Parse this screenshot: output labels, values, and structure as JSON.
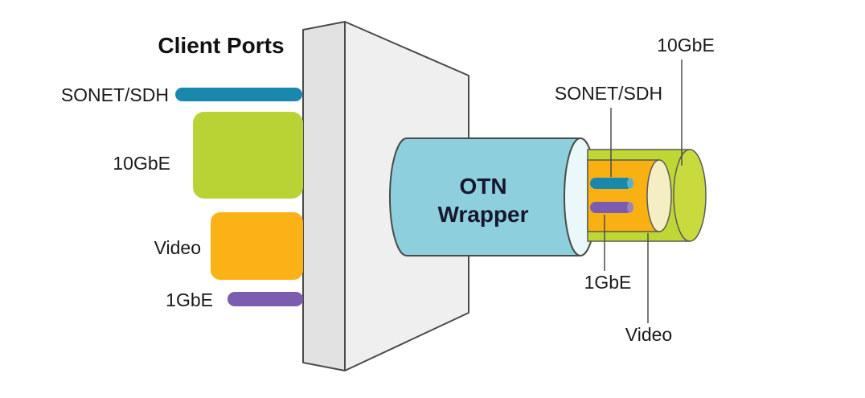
{
  "diagram": {
    "title": "Client Ports",
    "client_ports": [
      {
        "label": "SONET/SDH",
        "color": "#1a87ad"
      },
      {
        "label": "10GbE",
        "color": "#b9d334"
      },
      {
        "label": "Video",
        "color": "#fbb216"
      },
      {
        "label": "1GbE",
        "color": "#7b5cb0"
      }
    ],
    "panel": {
      "front_color": "#efefef",
      "side_color": "#e2e2e2"
    },
    "otn_wrapper": {
      "line1": "OTN",
      "line2": "Wrapper",
      "body_color": "#8dcfdc",
      "cap_color": "#eaf8fa"
    },
    "line_side": {
      "outer_label": "10GbE",
      "outer_body_color": "#bfd732",
      "outer_cap_color": "#c9da3e",
      "inner_label": "Video",
      "inner_body_color": "#f9b013",
      "inner_cap_color": "#f6eec3",
      "sonet_label": "SONET/SDH",
      "sonet_color": "#1a87ad",
      "sonet_cap_color": "#57b3cd",
      "gbe1_label": "1GbE",
      "gbe1_color": "#7b5cb0",
      "gbe1_cap_color": "#9b82c4"
    }
  }
}
